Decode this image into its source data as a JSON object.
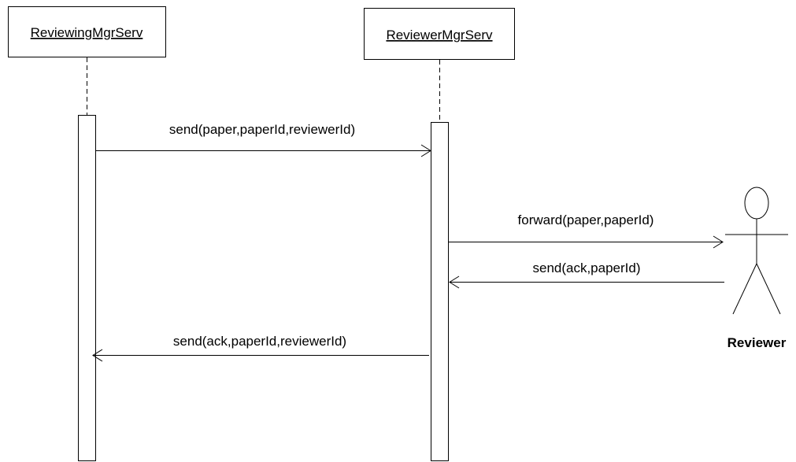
{
  "diagram_type": "UML sequence diagram",
  "colors": {
    "line": "#000000",
    "background": "#ffffff"
  },
  "participants": [
    {
      "id": "reviewing_mgr",
      "kind": "object",
      "label": "ReviewingMgrServ"
    },
    {
      "id": "reviewer_mgr",
      "kind": "object",
      "label": "ReviewerMgrServ"
    },
    {
      "id": "reviewer",
      "kind": "actor",
      "label": "Reviewer"
    }
  ],
  "messages": [
    {
      "from": "reviewing_mgr",
      "to": "reviewer_mgr",
      "label": "send(paper,paperId,reviewerId)"
    },
    {
      "from": "reviewer_mgr",
      "to": "reviewer",
      "label": "forward(paper,paperId)"
    },
    {
      "from": "reviewer",
      "to": "reviewer_mgr",
      "label": "send(ack,paperId)"
    },
    {
      "from": "reviewer_mgr",
      "to": "reviewing_mgr",
      "label": "send(ack,paperId,reviewerId)"
    }
  ]
}
